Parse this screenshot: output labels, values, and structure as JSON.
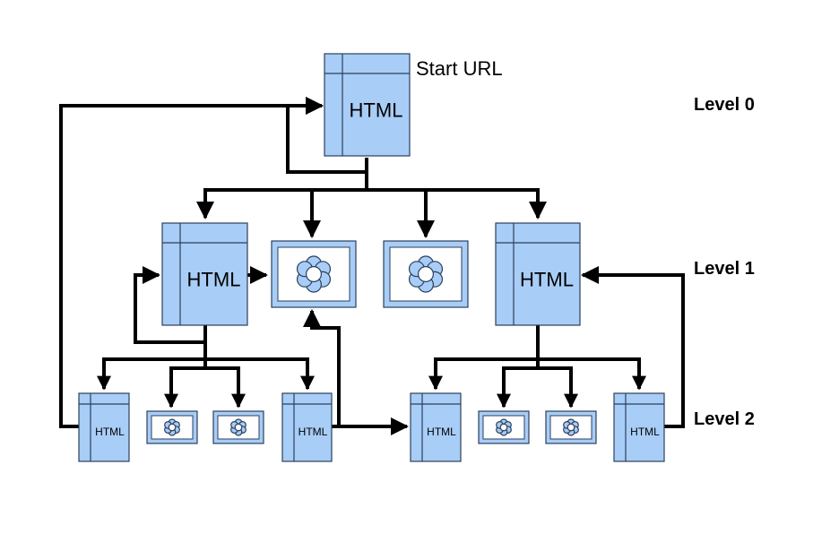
{
  "start_label": "Start URL",
  "levels": [
    "Level 0",
    "Level 1",
    "Level 2"
  ],
  "node_text": "HTML",
  "colors": {
    "node_fill": "#a8cdf6",
    "node_stroke": "#2c3f5c",
    "image_frame": "#a8cdf6",
    "image_inner": "#ffffff",
    "flower_fill": "#a8cdf6",
    "arrow": "#000000"
  },
  "nodes": [
    {
      "id": "root",
      "type": "html-page",
      "level": 0,
      "label": "HTML"
    },
    {
      "id": "l1-html-left",
      "type": "html-page",
      "level": 1,
      "label": "HTML"
    },
    {
      "id": "l1-image-1",
      "type": "image",
      "level": 1
    },
    {
      "id": "l1-image-2",
      "type": "image",
      "level": 1
    },
    {
      "id": "l1-html-right",
      "type": "html-page",
      "level": 1,
      "label": "HTML"
    },
    {
      "id": "l2-html-1",
      "type": "html-page",
      "level": 2,
      "label": "HTML"
    },
    {
      "id": "l2-image-1",
      "type": "image",
      "level": 2
    },
    {
      "id": "l2-image-2",
      "type": "image",
      "level": 2
    },
    {
      "id": "l2-html-2",
      "type": "html-page",
      "level": 2,
      "label": "HTML"
    },
    {
      "id": "l2-html-3",
      "type": "html-page",
      "level": 2,
      "label": "HTML"
    },
    {
      "id": "l2-image-3",
      "type": "image",
      "level": 2
    },
    {
      "id": "l2-image-4",
      "type": "image",
      "level": 2
    },
    {
      "id": "l2-html-4",
      "type": "html-page",
      "level": 2,
      "label": "HTML"
    }
  ],
  "edges": [
    {
      "from": "root",
      "to": "l1-html-left"
    },
    {
      "from": "root",
      "to": "l1-image-1"
    },
    {
      "from": "root",
      "to": "l1-image-2"
    },
    {
      "from": "root",
      "to": "l1-html-right"
    },
    {
      "from": "l1-html-left",
      "to": "l2-html-1"
    },
    {
      "from": "l1-html-left",
      "to": "l2-image-1"
    },
    {
      "from": "l1-html-left",
      "to": "l2-image-2"
    },
    {
      "from": "l1-html-left",
      "to": "l2-html-2"
    },
    {
      "from": "l1-html-right",
      "to": "l2-html-3"
    },
    {
      "from": "l1-html-right",
      "to": "l2-image-3"
    },
    {
      "from": "l1-html-right",
      "to": "l2-image-4"
    },
    {
      "from": "l1-html-right",
      "to": "l2-html-4"
    },
    {
      "from": "l1-html-left",
      "to": "l1-image-1"
    },
    {
      "from": "l1-html-left",
      "to": "l1-html-left"
    },
    {
      "from": "root",
      "to": "root"
    },
    {
      "from": "l2-html-1",
      "to": "root"
    },
    {
      "from": "l2-html-2",
      "to": "l1-image-1"
    },
    {
      "from": "l2-html-2",
      "to": "l2-html-3"
    },
    {
      "from": "l2-html-4",
      "to": "l1-html-right"
    }
  ]
}
